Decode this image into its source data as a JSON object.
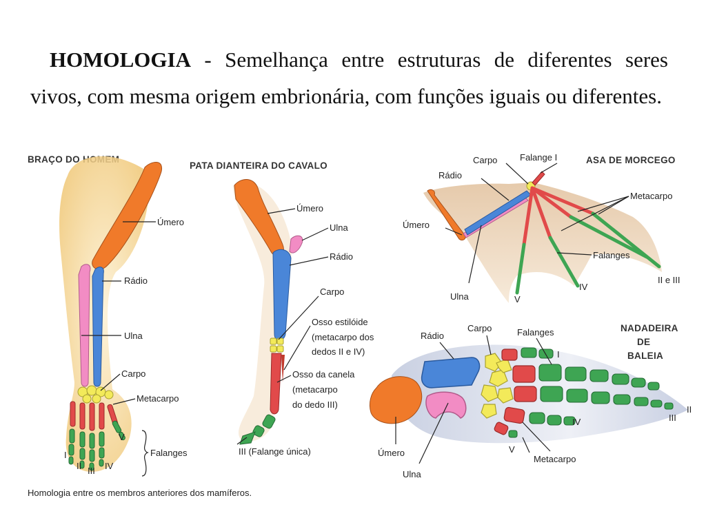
{
  "definition": {
    "term": "HOMOLOGIA",
    "separator": " - ",
    "text": "Semelhança entre estruturas de diferentes seres vivos, com mesma origem embrionária, com funções iguais ou diferentes."
  },
  "human_arm": {
    "title": "BRAÇO DO HOMEM",
    "umero": "Úmero",
    "radio": "Rádio",
    "ulna": "Ulna",
    "carpo": "Carpo",
    "metacarpo": "Metacarpo",
    "falanges": "Falanges",
    "digits": [
      "I",
      "II",
      "III",
      "IV",
      "V"
    ]
  },
  "horse_leg": {
    "title": "PATA DIANTEIRA DO CAVALO",
    "umero": "Úmero",
    "ulna": "Ulna",
    "radio": "Rádio",
    "carpo": "Carpo",
    "estiloide_1": "Osso estilóide",
    "estiloide_2": "(metacarpo dos",
    "estiloide_3": "dedos II e IV)",
    "canela_1": "Osso da canela",
    "canela_2": "(metacarpo",
    "canela_3": "do dedo III)",
    "falange": "III (Falange única)"
  },
  "bat_wing": {
    "title": "ASA DE MORCEGO",
    "carpo": "Carpo",
    "falange_i": "Falange I",
    "radio": "Rádio",
    "metacarpo": "Metacarpo",
    "umero": "Úmero",
    "falanges": "Falanges",
    "ulna": "Ulna",
    "v": "V",
    "iv": "IV",
    "ii_iii": "II e III"
  },
  "whale_fin": {
    "title_1": "NADADEIRA",
    "title_2": "DE",
    "title_3": "BALEIA",
    "radio": "Rádio",
    "carpo": "Carpo",
    "falanges": "Falanges",
    "umero": "Úmero",
    "ulna": "Ulna",
    "metacarpo": "Metacarpo",
    "i": "I",
    "ii": "II",
    "iii": "III",
    "iv": "IV",
    "v": "V"
  },
  "caption": "Homologia entre os membros anteriores dos mamíferos.",
  "colors": {
    "umero": "#f07a2a",
    "radio": "#4a86d8",
    "ulna": "#f28cc4",
    "carpo": "#f3ea5a",
    "metacarpo": "#e14a4a",
    "falanges": "#3ea553",
    "skin": "#f7e2b4"
  }
}
